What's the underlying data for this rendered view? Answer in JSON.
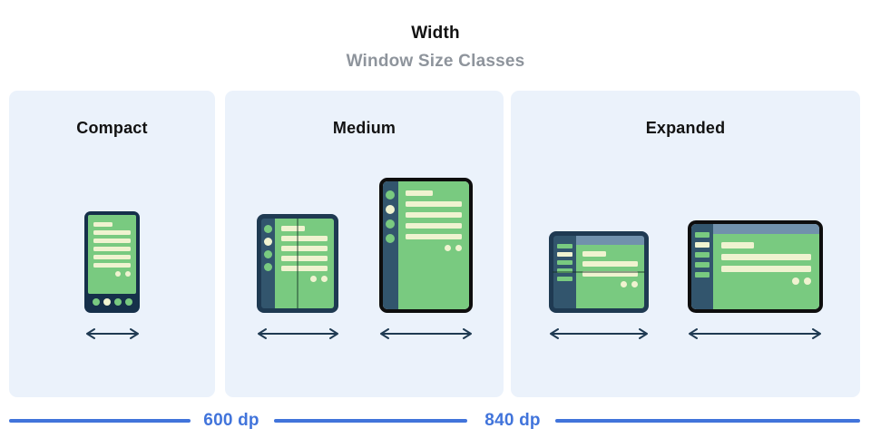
{
  "header": {
    "title": "Width",
    "subtitle": "Window Size Classes"
  },
  "panels": [
    {
      "id": "compact",
      "label": "Compact"
    },
    {
      "id": "medium",
      "label": "Medium"
    },
    {
      "id": "expanded",
      "label": "Expanded"
    }
  ],
  "ruler": {
    "breakpoints": [
      {
        "label": "600 dp"
      },
      {
        "label": "840 dp"
      }
    ]
  },
  "colors": {
    "accent_blue": "#4174db",
    "subtitle_gray": "#8e949c",
    "panel_bg": "#ebf2fb",
    "frame_navy": "#1f3a52",
    "phone_navy": "#16304a",
    "rail_navy": "#32556d",
    "screen_green": "#79ca80",
    "line_cream": "#f0f3d0",
    "appbar_slate": "#7191ac",
    "tablet_black": "#0e0e0e",
    "arrow_navy": "#1f3a52",
    "fold_line": "rgba(22,54,38,0.45)"
  }
}
